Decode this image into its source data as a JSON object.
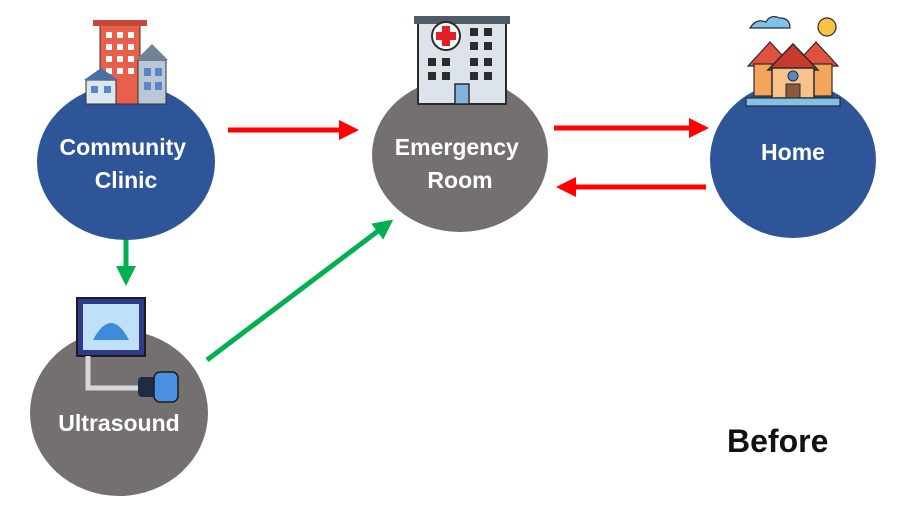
{
  "nodes": {
    "community_clinic": {
      "line1": "Community",
      "line2": "Clinic"
    },
    "emergency_room": {
      "line1": "Emergency",
      "line2": "Room"
    },
    "home": {
      "label": "Home"
    },
    "ultrasound": {
      "label": "Ultrasound"
    }
  },
  "caption": "Before",
  "colors": {
    "clinic_fill": "#2E5597",
    "home_fill": "#2E5597",
    "er_fill": "#757070",
    "ultrasound_fill": "#757070",
    "arrow_red": "#FF0000",
    "arrow_green": "#00B050"
  },
  "icons": {
    "community_clinic": "city-buildings-icon",
    "emergency_room": "hospital-building-icon",
    "home": "houses-icon",
    "ultrasound": "ultrasound-machine-icon"
  }
}
